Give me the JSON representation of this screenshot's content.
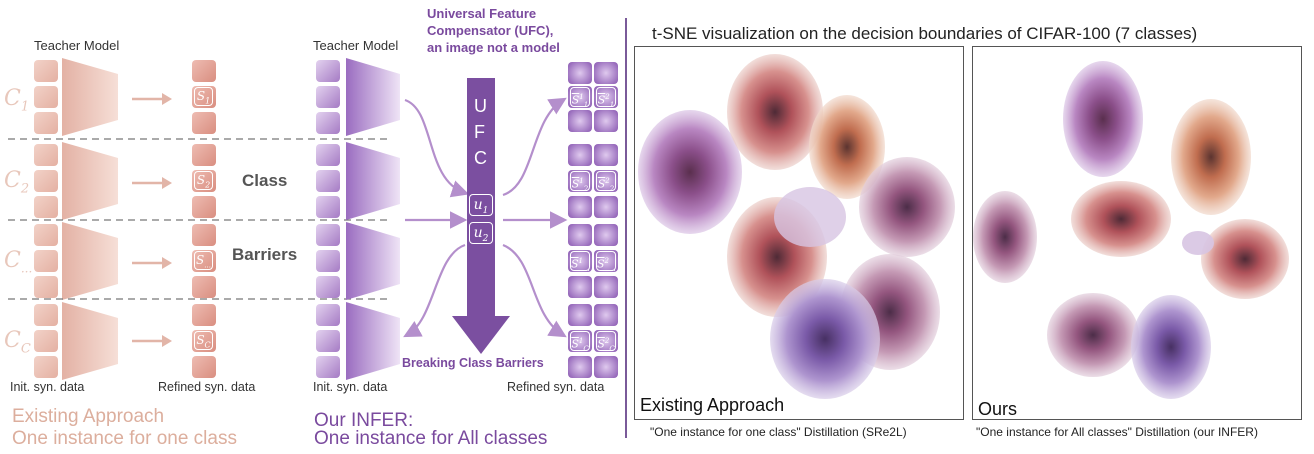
{
  "left": {
    "teacher_label_1": "Teacher Model",
    "teacher_label_2": "Teacher Model",
    "class_labels": [
      "C",
      "C",
      "C",
      "C"
    ],
    "class_subs": [
      "1",
      "2",
      "...",
      "C"
    ],
    "syn_labels": [
      "S",
      "S",
      "S",
      "S"
    ],
    "syn_subs": [
      "1",
      "2",
      "...",
      "C"
    ],
    "class_word": "Class",
    "barriers_word": "Barriers",
    "init_label_1": "Init. syn. data",
    "refined_label_1": "Refined syn. data",
    "init_label_2": "Init. syn. data",
    "refined_label_2": "Refined syn. data",
    "existing_line1": "Existing Approach",
    "existing_line2": "One instance for one class",
    "infer_line1": "Our INFER:",
    "infer_line2": "One instance for All classes",
    "ufc_title": [
      "Universal Feature",
      "Compensator (UFC),",
      "an image not a model"
    ],
    "ufc_letters": [
      "U",
      "F",
      "C"
    ],
    "u_labels": [
      "u",
      "u"
    ],
    "u_subs": [
      "1",
      "2"
    ],
    "breaking": "Breaking Class Barriers",
    "tilde_subs": [
      "1",
      "2",
      "...",
      "C"
    ]
  },
  "right": {
    "title": "t-SNE visualization on the decision boundaries of CIFAR-100 (7 classes)",
    "panel1_label": "Existing Approach",
    "panel2_label": "Ours",
    "caption1": "\"One instance for one class\" Distillation (SRe2L)",
    "caption2": "\"One instance for All classes\" Distillation (our INFER)"
  },
  "colors": {
    "pink_text": "#d9a896",
    "purple_text": "#7a4a9e",
    "ufc_arrow": "#7b4fa0",
    "divider": "#7a5a99"
  }
}
